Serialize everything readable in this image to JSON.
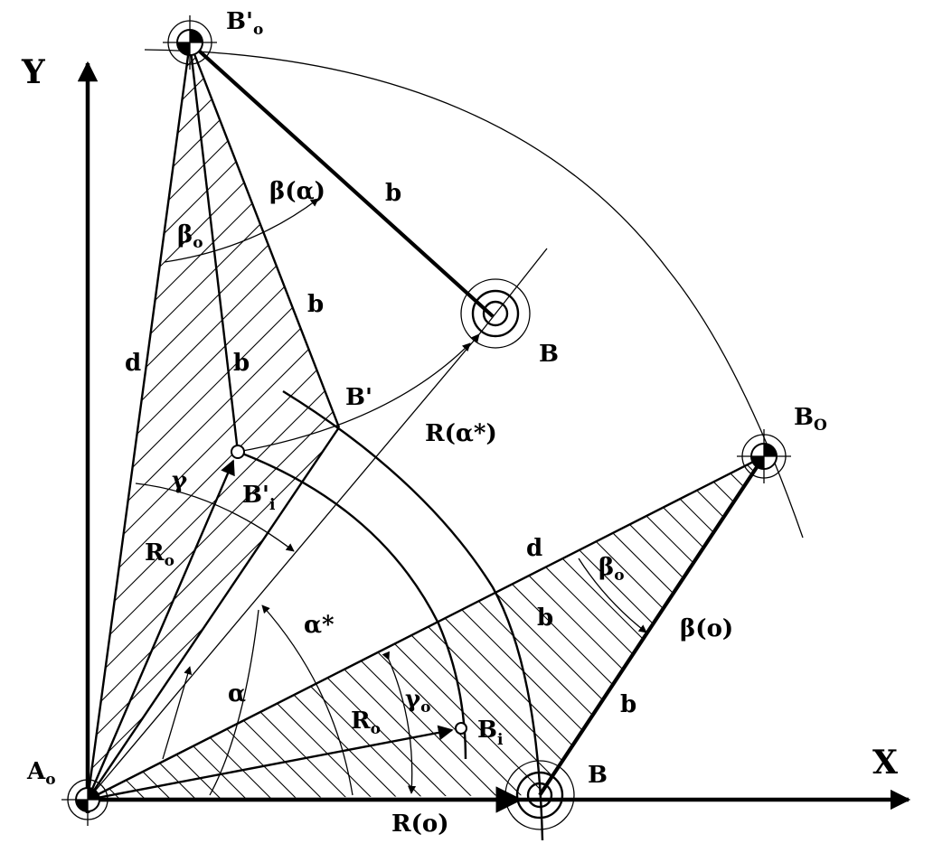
{
  "axes": {
    "x_label": "X",
    "y_label": "Y"
  },
  "points": {
    "A0": {
      "main": "A",
      "sub": "o"
    },
    "B0p": {
      "main": "B'",
      "sub": "o"
    },
    "B0": {
      "main": "B",
      "sub": "O"
    },
    "B_top": "B",
    "B_bottom": "B",
    "Bp": "B'",
    "Bip": {
      "main": "B'",
      "sub": "i"
    },
    "Bi": {
      "main": "B",
      "sub": "i"
    }
  },
  "links": {
    "d_left": "d",
    "d_right": "d",
    "b_top": "b",
    "b_mid": "b",
    "b_inner": "b",
    "b_right_a": "b",
    "b_right_b": "b",
    "R0_upper": {
      "main": "R",
      "sub": "o"
    },
    "R0_lower": {
      "main": "R",
      "sub": "o"
    },
    "R_o_axis": "R(o)",
    "R_alpha_star": "R(α*)"
  },
  "angles": {
    "beta_alpha": "β(α)",
    "beta_o_top": {
      "main": "β",
      "sub": "o"
    },
    "beta_o_right": {
      "main": "β",
      "sub": "o"
    },
    "beta_o_func": "β(o)",
    "gamma": "γ",
    "gamma_o": {
      "main": "γ",
      "sub": "o"
    },
    "alpha": "α",
    "alpha_star": "α*"
  }
}
